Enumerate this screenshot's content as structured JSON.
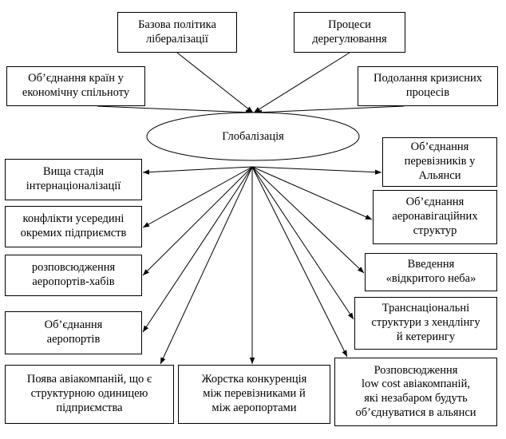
{
  "diagram": {
    "center": "Глобалізація",
    "inputs": [
      "Базова політика\nлібералізації",
      "Процеси\nдерегулювання",
      "Об’єднання країн у\nекономічну спільноту",
      "Подолання кризисних\nпроцесів"
    ],
    "outputs_left": [
      "Вища стадія\nінтернаціоналізації",
      "конфлікти усередині\nокремих підприємств",
      "розповсюдження\nаеропортів-хабів",
      "Об’єднання\nаеропортів",
      "Поява авіакомпаній, що є\nструктурною одиницею\nпідприємства"
    ],
    "output_bottom": "Жорстка конкуренція\nміж перевізниками й\nміж аеропортами",
    "outputs_right": [
      "Об’єднання\nперевізників у\nАльянси",
      "Об’єднання\nаеронавігаційних\nструктур",
      "Введення\n«відкритого неба»",
      "Транснаціональні\nструктури з хендлінгу\nй кетерингу",
      "Розповсюдження\nlow cost авіакомпаній,\nякі незабаром будуть\nоб’єднуватися в альянси"
    ],
    "colors": {
      "stroke": "#000000",
      "fill": "#ffffff"
    }
  }
}
